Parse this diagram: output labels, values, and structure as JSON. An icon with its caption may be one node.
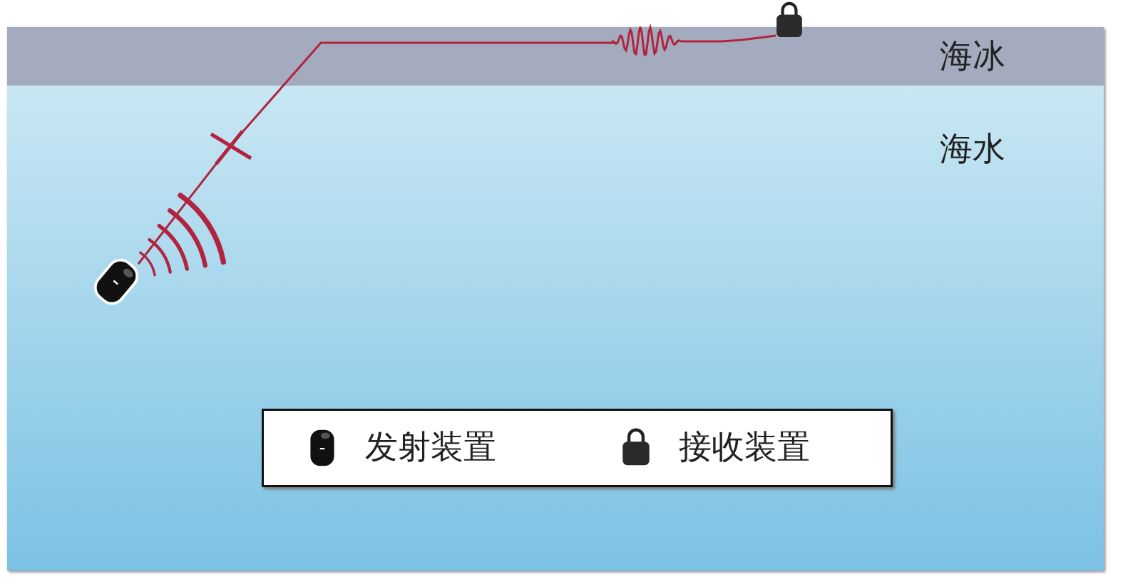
{
  "diagram": {
    "nodes": [
      {
        "text": [],
        "shape": "picture"
      },
      {
        "text": [],
        "shape": "box"
      }
    ],
    "edges": [
      {
        "from": 0,
        "to": 1,
        "arrow": "none"
      }
    ],
    "labels": [
      "海冰",
      "海水"
    ],
    "legend": [
      {
        "text": "发射装置"
      },
      {
        "text": "接收装置"
      }
    ]
  }
}
